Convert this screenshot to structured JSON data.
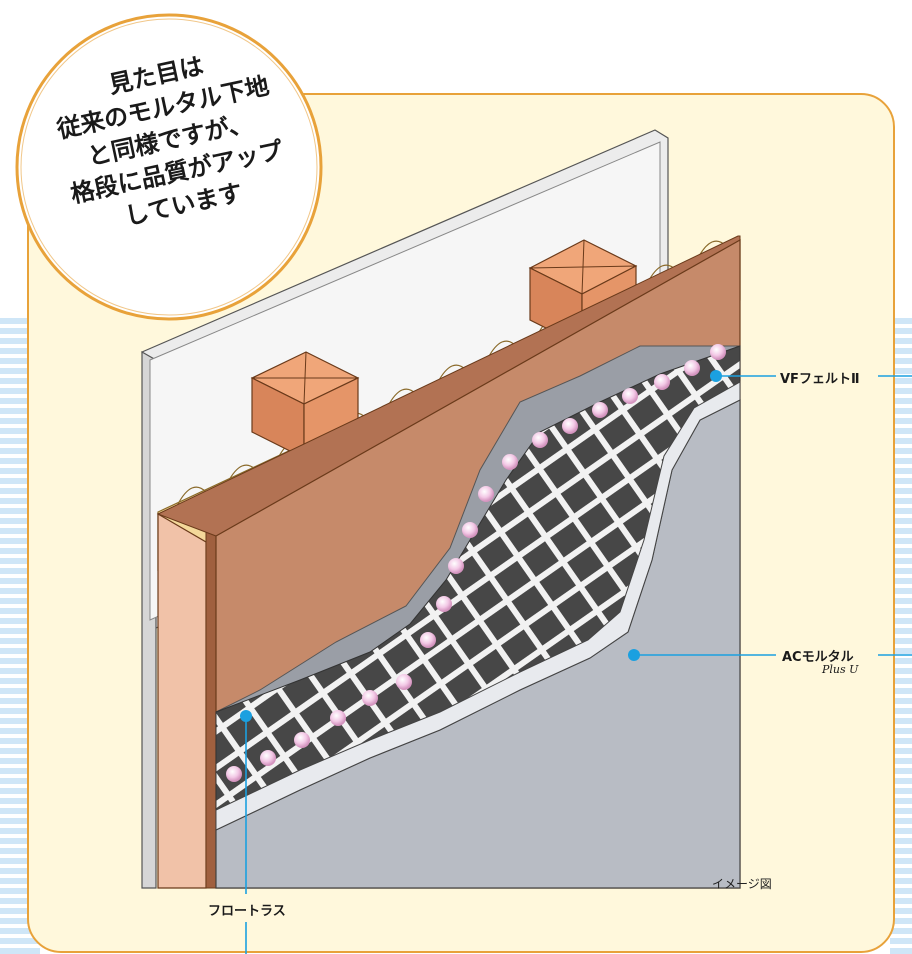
{
  "badge": {
    "lines": [
      "見た目は",
      "従来のモルタル下地",
      "と同様ですが、",
      "格段に品質がアップ",
      "しています"
    ]
  },
  "labels": {
    "vf_felt": "VFフェルトⅡ",
    "ac_mortar": "ACモルタル",
    "ac_mortar_sub": "Plus U",
    "float_truss": "フロートラス",
    "image_caption": "イメージ図"
  },
  "colors": {
    "panel_bg": "#fff8dc",
    "panel_border": "#e8a23a",
    "sheathing": "#c68a6a",
    "insulation": "#f4d89a",
    "mortar": "#b8bcc4",
    "felt": "#9a9ea6",
    "mesh_dark": "#4a4a4a",
    "leader": "#1ba0e0"
  }
}
